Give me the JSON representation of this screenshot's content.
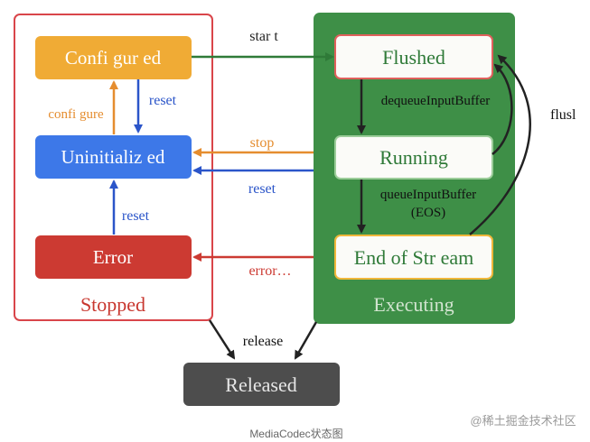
{
  "stopped_group": {
    "label": "Stopped",
    "states": {
      "configured": "Confi gur ed",
      "uninitialized": "Uninitializ ed",
      "error": "Error"
    }
  },
  "executing_group": {
    "label": "Executing",
    "states": {
      "flushed": "Flushed",
      "running": "Running",
      "end_of_stream": "End of Str eam"
    }
  },
  "released_state": "Released",
  "transitions": {
    "start": "star t",
    "stop": "stop",
    "reset_top": "reset",
    "reset_mid": "reset",
    "reset_bottom": "reset",
    "configure": "confi gure",
    "error": "error…",
    "release": "release",
    "dequeue": "dequeueInputBuffer",
    "queue_line1": "queueInputBuffer",
    "queue_line2": "(EOS)",
    "flush": "flusl"
  },
  "caption": "MediaCodec状态图",
  "watermark": "@稀土掘金技术社区",
  "colors": {
    "stopped_border": "#d9454a",
    "executing_bg": "#3e8f47",
    "configured": "#f0ab35",
    "uninitialized": "#3d78e8",
    "error": "#cc3a32",
    "released": "#4d4d4d"
  }
}
